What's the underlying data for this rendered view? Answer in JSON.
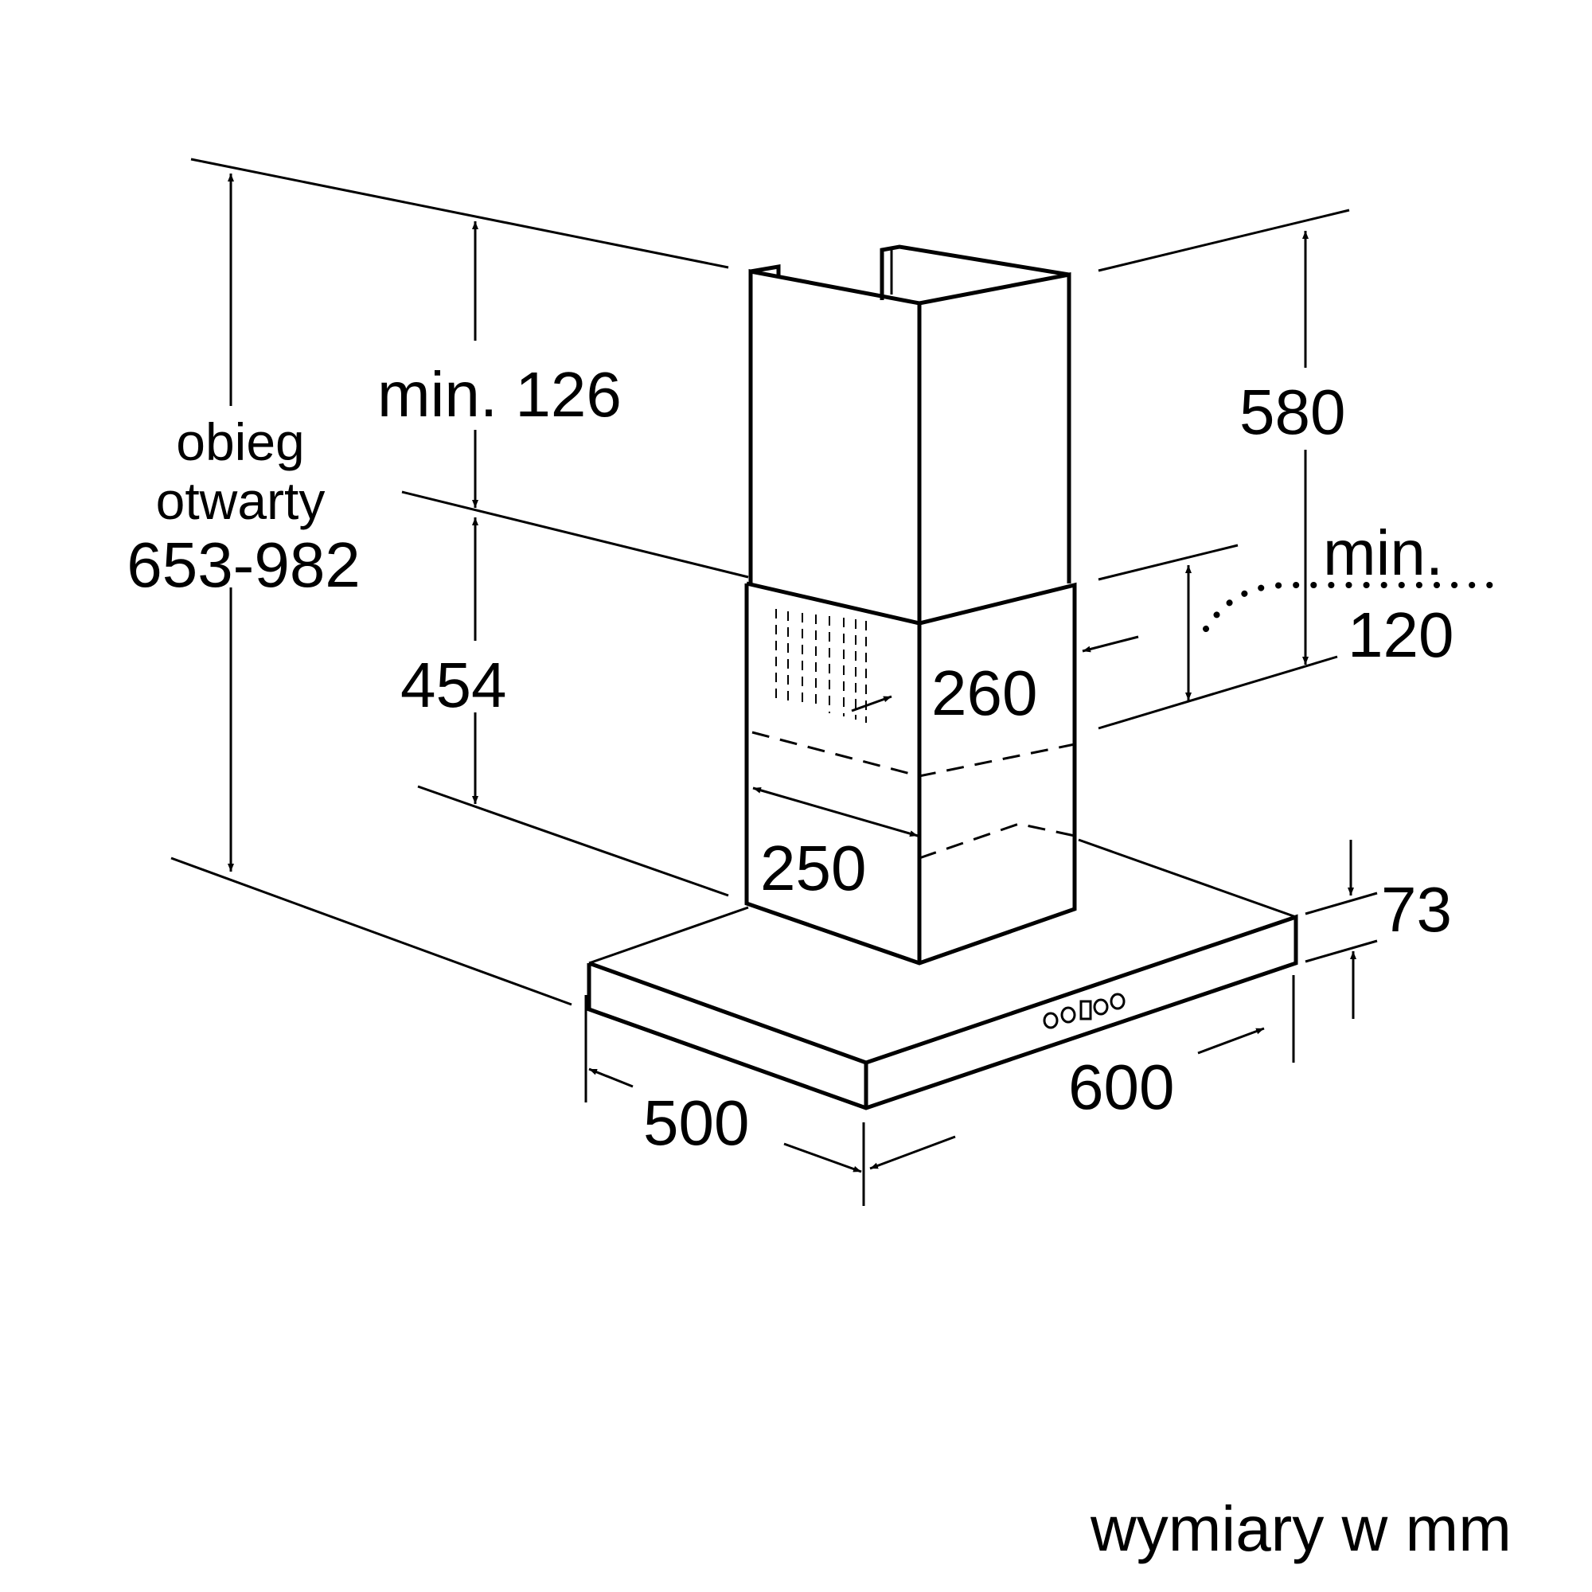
{
  "labels": {
    "min_126": "min. 126",
    "open_circuit_line1": "obieg",
    "open_circuit_line2": "otwarty",
    "open_circuit_range": "653-982",
    "dim_454": "454",
    "dim_580": "580",
    "min_label": "min.",
    "dim_120": "120",
    "dim_260": "260",
    "dim_250": "250",
    "dim_73": "73",
    "dim_500": "500",
    "dim_600": "600",
    "units_note": "wymiary w mm"
  }
}
